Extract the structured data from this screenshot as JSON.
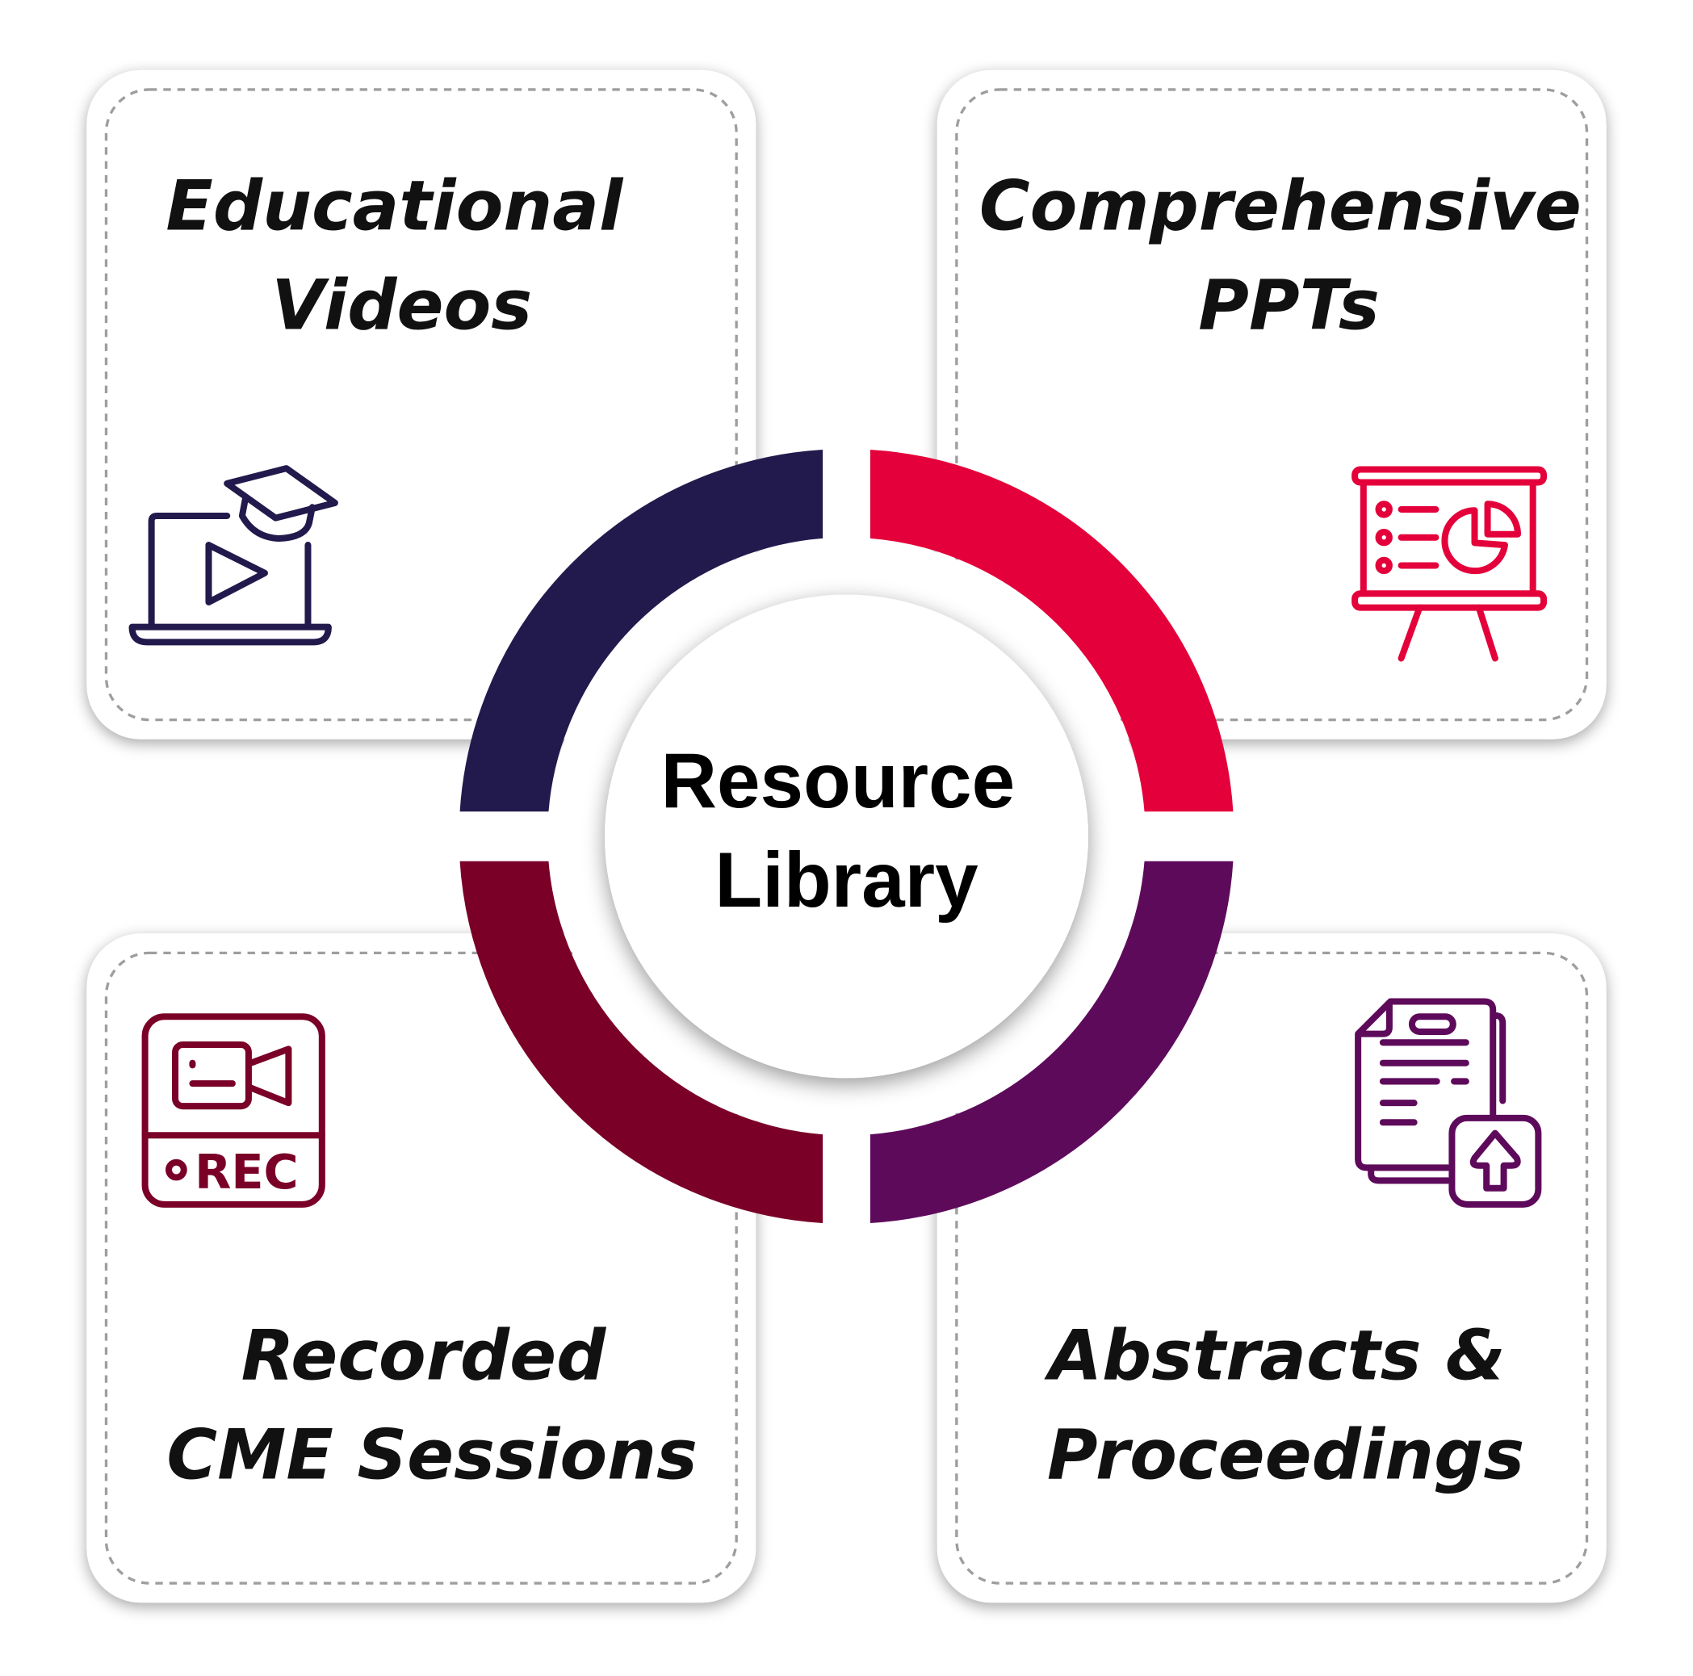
{
  "center": {
    "line1": "Resource",
    "line2": "Library"
  },
  "cards": [
    {
      "id": "educational-videos",
      "line1": "Educational",
      "line2": "Videos",
      "icon": "video-graduation-icon",
      "color": "#221a4c"
    },
    {
      "id": "comprehensive-ppts",
      "line1": "Comprehensive",
      "line2": "PPTs",
      "icon": "presentation-board-icon",
      "color": "#e4003a"
    },
    {
      "id": "recorded-cme-sessions",
      "line1": "Recorded",
      "line2": "CME Sessions",
      "icon": "recording-camera-icon",
      "icon_text": "REC",
      "color": "#7a0028"
    },
    {
      "id": "abstracts-proceedings",
      "line1": "Abstracts &",
      "line2": "Proceedings",
      "icon": "document-upload-icon",
      "color": "#5e0a5b"
    }
  ]
}
